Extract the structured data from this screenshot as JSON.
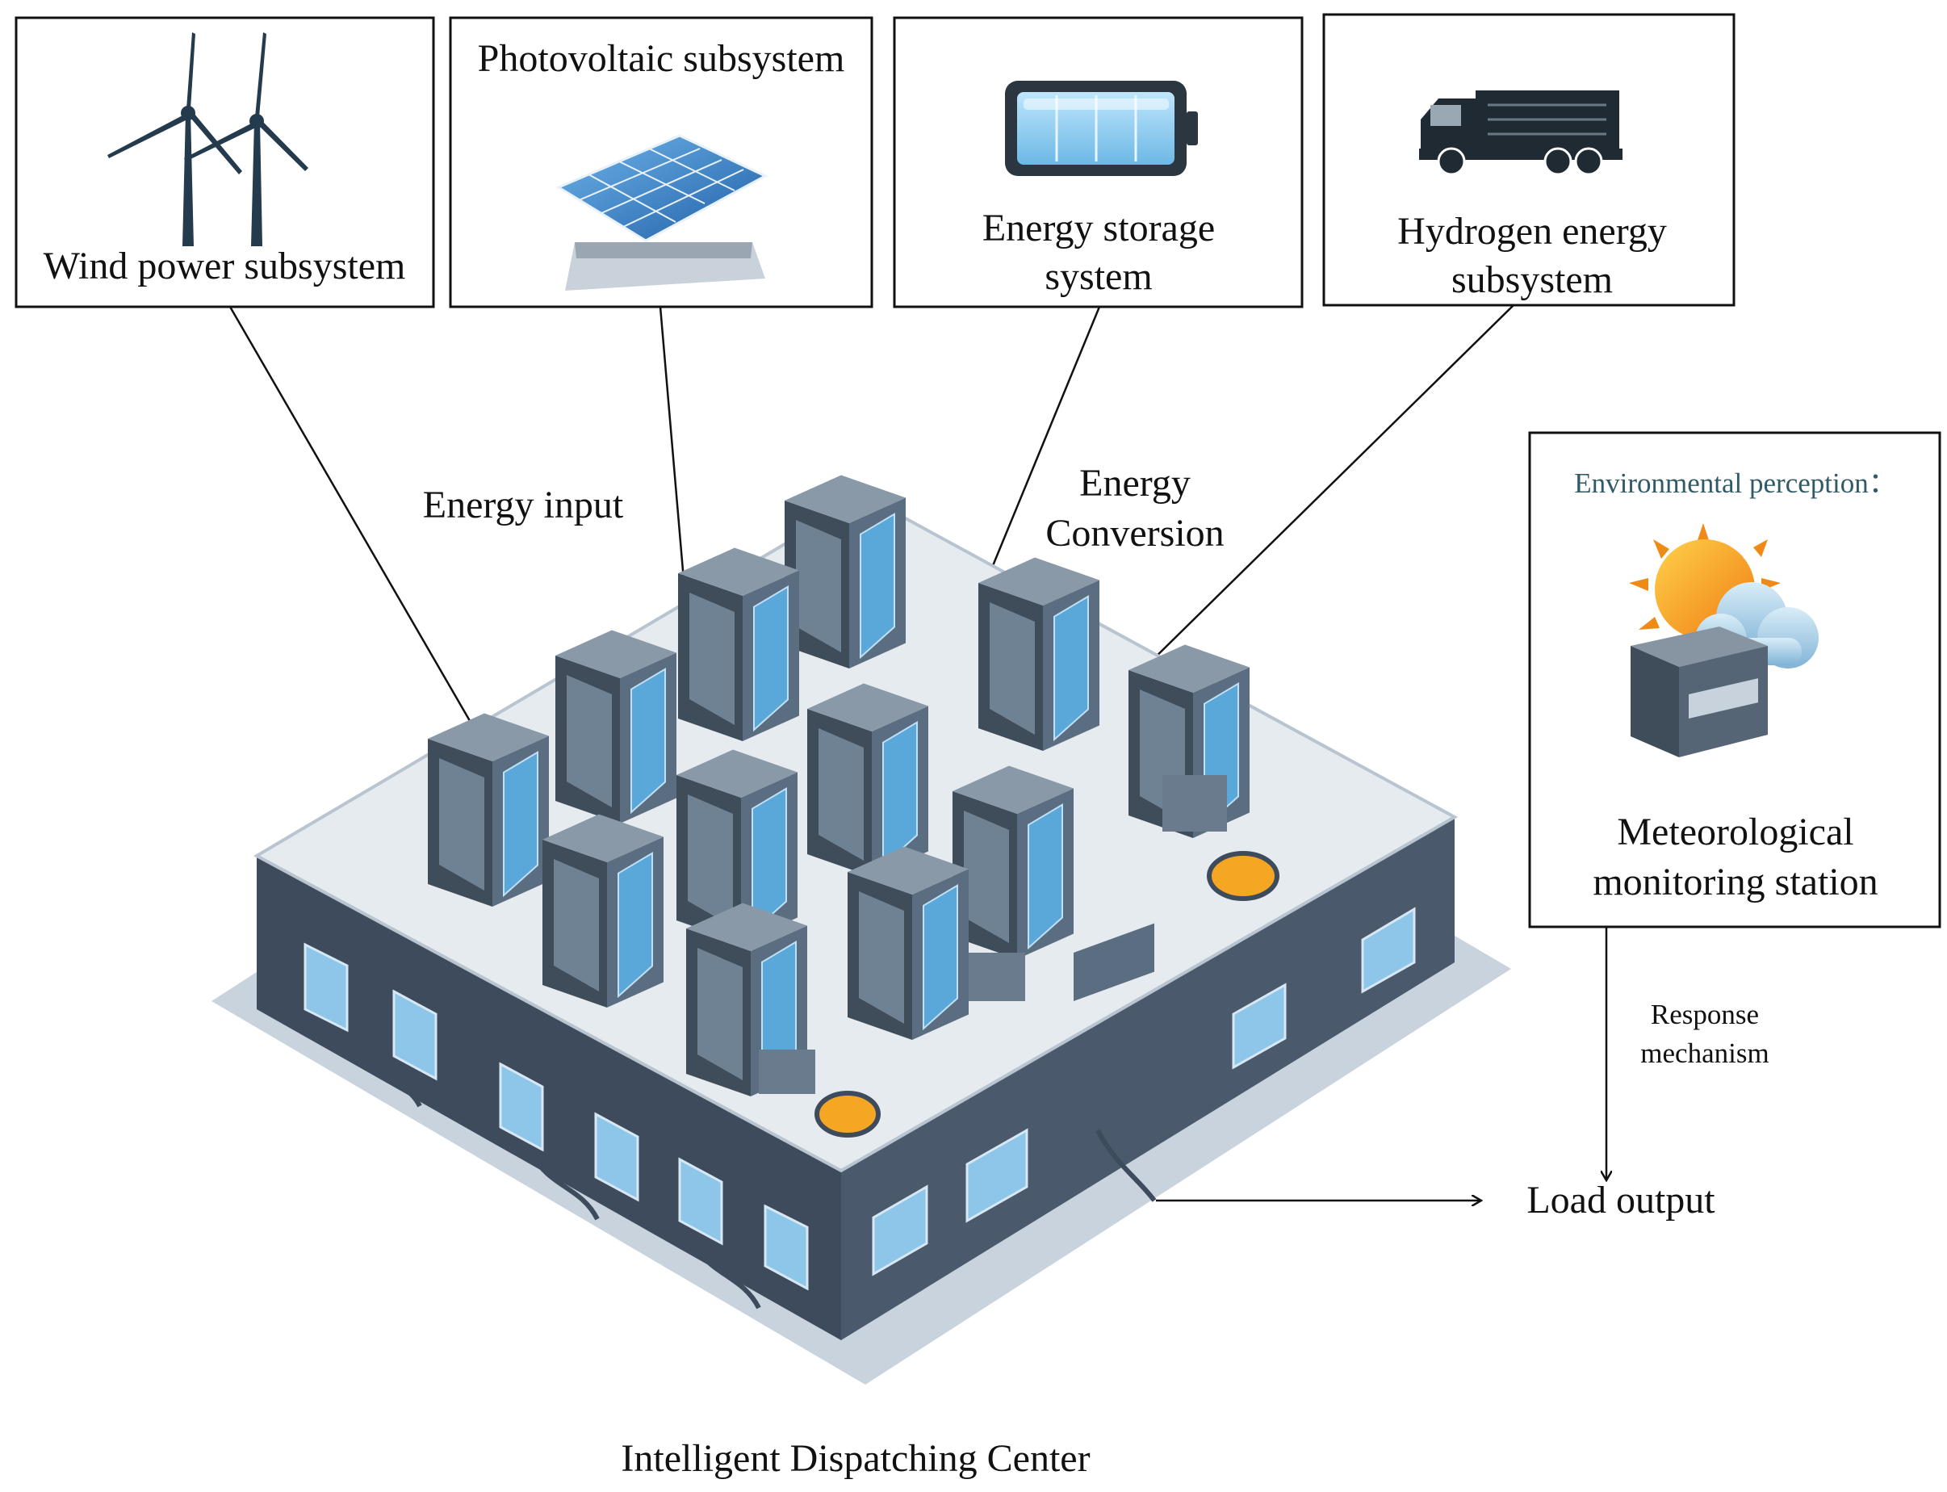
{
  "wind_box": {
    "title": "Wind power subsystem",
    "icon": "wind-turbine-icon"
  },
  "pv_box": {
    "title": "Photovoltaic subsystem",
    "icon": "solar-panel-icon"
  },
  "storage_box": {
    "title_line1": "Energy storage",
    "title_line2": "system",
    "icon": "battery-icon"
  },
  "hydrogen_box": {
    "title_line1": "Hydrogen energy",
    "title_line2": "subsystem",
    "icon": "truck-icon"
  },
  "meteo_box": {
    "heading": "Environmental perception：",
    "title_line1": "Meteorological",
    "title_line2": "monitoring station",
    "icon": "weather-station-icon",
    "heading_color": "#2f5a66"
  },
  "labels": {
    "energy_input": "Energy input",
    "energy_conversion_line1": "Energy",
    "energy_conversion_line2": "Conversion",
    "response_line1": "Response",
    "response_line2": "mechanism",
    "load_output": "Load output",
    "center": "Intelligent Dispatching Center"
  },
  "colors": {
    "building_dark": "#3d4b5c",
    "roof": "#e6ebf0",
    "rack": "#5b6d80",
    "screen": "#5aa7d9",
    "accent_orange": "#f5a623"
  }
}
